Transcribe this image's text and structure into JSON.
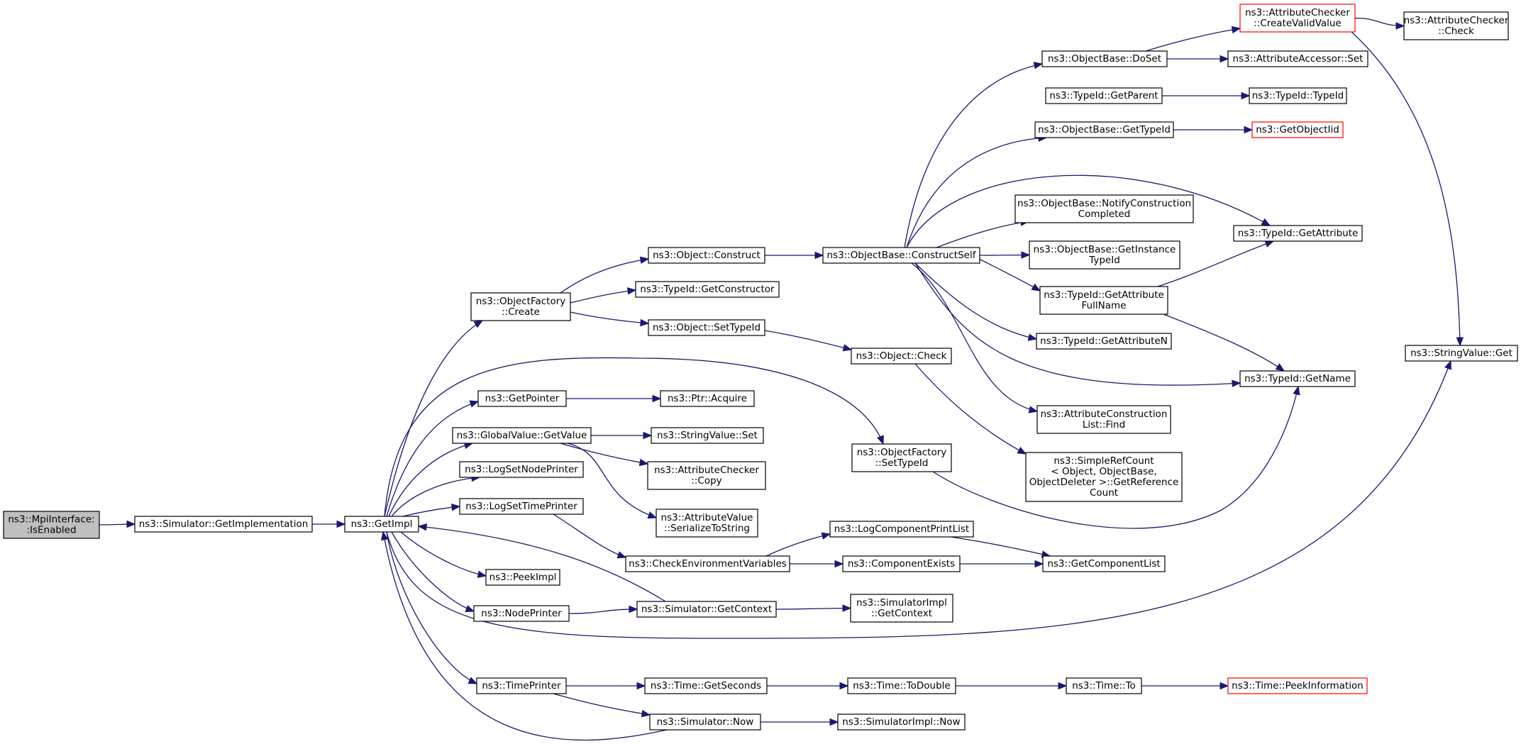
{
  "graph": {
    "nodes": {
      "mpi_isenabled": [
        "ns3::MpiInterface:",
        ":IsEnabled"
      ],
      "sim_getimpl_fn": [
        "ns3::Simulator::GetImplementation"
      ],
      "getimpl": [
        "ns3::GetImpl"
      ],
      "objfactory_create": [
        "ns3::ObjectFactory",
        "::Create"
      ],
      "getpointer": [
        "ns3::GetPointer"
      ],
      "globalvalue_getvalue": [
        "ns3::GlobalValue::GetValue"
      ],
      "logsetnodeprinter": [
        "ns3::LogSetNodePrinter"
      ],
      "logsettimeprinter": [
        "ns3::LogSetTimePrinter"
      ],
      "peekimpl": [
        "ns3::PeekImpl"
      ],
      "nodeprinter": [
        "ns3::NodePrinter"
      ],
      "timeprinter": [
        "ns3::TimePrinter"
      ],
      "object_construct": [
        "ns3::Object::Construct"
      ],
      "typeid_getconstructor": [
        "ns3::TypeId::GetConstructor"
      ],
      "object_settypeid": [
        "ns3::Object::SetTypeId"
      ],
      "ptr_acquire": [
        "ns3::Ptr::Acquire"
      ],
      "stringvalue_set": [
        "ns3::StringValue::Set"
      ],
      "attrchecker_copy": [
        "ns3::AttributeChecker",
        "::Copy"
      ],
      "attrvalue_serialize": [
        "ns3::AttributeValue",
        "::SerializeToString"
      ],
      "checkenv": [
        "ns3::CheckEnvironmentVariables"
      ],
      "sim_getcontext": [
        "ns3::Simulator::GetContext"
      ],
      "time_getseconds": [
        "ns3::Time::GetSeconds"
      ],
      "sim_now": [
        "ns3::Simulator::Now"
      ],
      "objbase_constructself": [
        "ns3::ObjectBase::ConstructSelf"
      ],
      "object_check": [
        "ns3::Object::Check"
      ],
      "objfactory_settypeid": [
        "ns3::ObjectFactory",
        "::SetTypeId"
      ],
      "logcomponentprintlist": [
        "ns3::LogComponentPrintList"
      ],
      "componentexists": [
        "ns3::ComponentExists"
      ],
      "simimpl_getcontext": [
        "ns3::SimulatorImpl",
        "::GetContext"
      ],
      "time_todouble": [
        "ns3::Time::ToDouble"
      ],
      "simimpl_now": [
        "ns3::SimulatorImpl::Now"
      ],
      "objbase_doset": [
        "ns3::ObjectBase::DoSet"
      ],
      "typeid_getparent": [
        "ns3::TypeId::GetParent"
      ],
      "objbase_gettypeid": [
        "ns3::ObjectBase::GetTypeId"
      ],
      "objbase_notify": [
        "ns3::ObjectBase::NotifyConstruction",
        "Completed"
      ],
      "objbase_getinstancetypeid": [
        "ns3::ObjectBase::GetInstance",
        "TypeId"
      ],
      "typeid_getattributefullname": [
        "ns3::TypeId::GetAttribute",
        "FullName"
      ],
      "typeid_getattributen": [
        "ns3::TypeId::GetAttributeN"
      ],
      "attrconstructionlist_find": [
        "ns3::AttributeConstruction",
        "List::Find"
      ],
      "simplerefcount": [
        "ns3::SimpleRefCount",
        "< Object, ObjectBase,",
        "ObjectDeleter >::GetReference",
        "Count"
      ],
      "getcomponentlist": [
        "ns3::GetComponentList"
      ],
      "time_to": [
        "ns3::Time::To"
      ],
      "attrchecker_createvalid": [
        "ns3::AttributeChecker",
        "::CreateValidValue"
      ],
      "attraccessor_set": [
        "ns3::AttributeAccessor::Set"
      ],
      "typeid_typeid": [
        "ns3::TypeId::TypeId"
      ],
      "getobjectiid": [
        "ns3::GetObjectIid"
      ],
      "typeid_getattribute": [
        "ns3::TypeId::GetAttribute"
      ],
      "typeid_getname": [
        "ns3::TypeId::GetName"
      ],
      "time_peekinformation": [
        "ns3::Time::PeekInformation"
      ],
      "attrchecker_check": [
        "ns3::AttributeChecker",
        "::Check"
      ],
      "stringvalue_get": [
        "ns3::StringValue::Get"
      ]
    },
    "colors": {
      "edge": "#191970",
      "node_border": "#000000",
      "truncated_border": "#ff0000",
      "root_fill": "#bfbfbf"
    }
  }
}
